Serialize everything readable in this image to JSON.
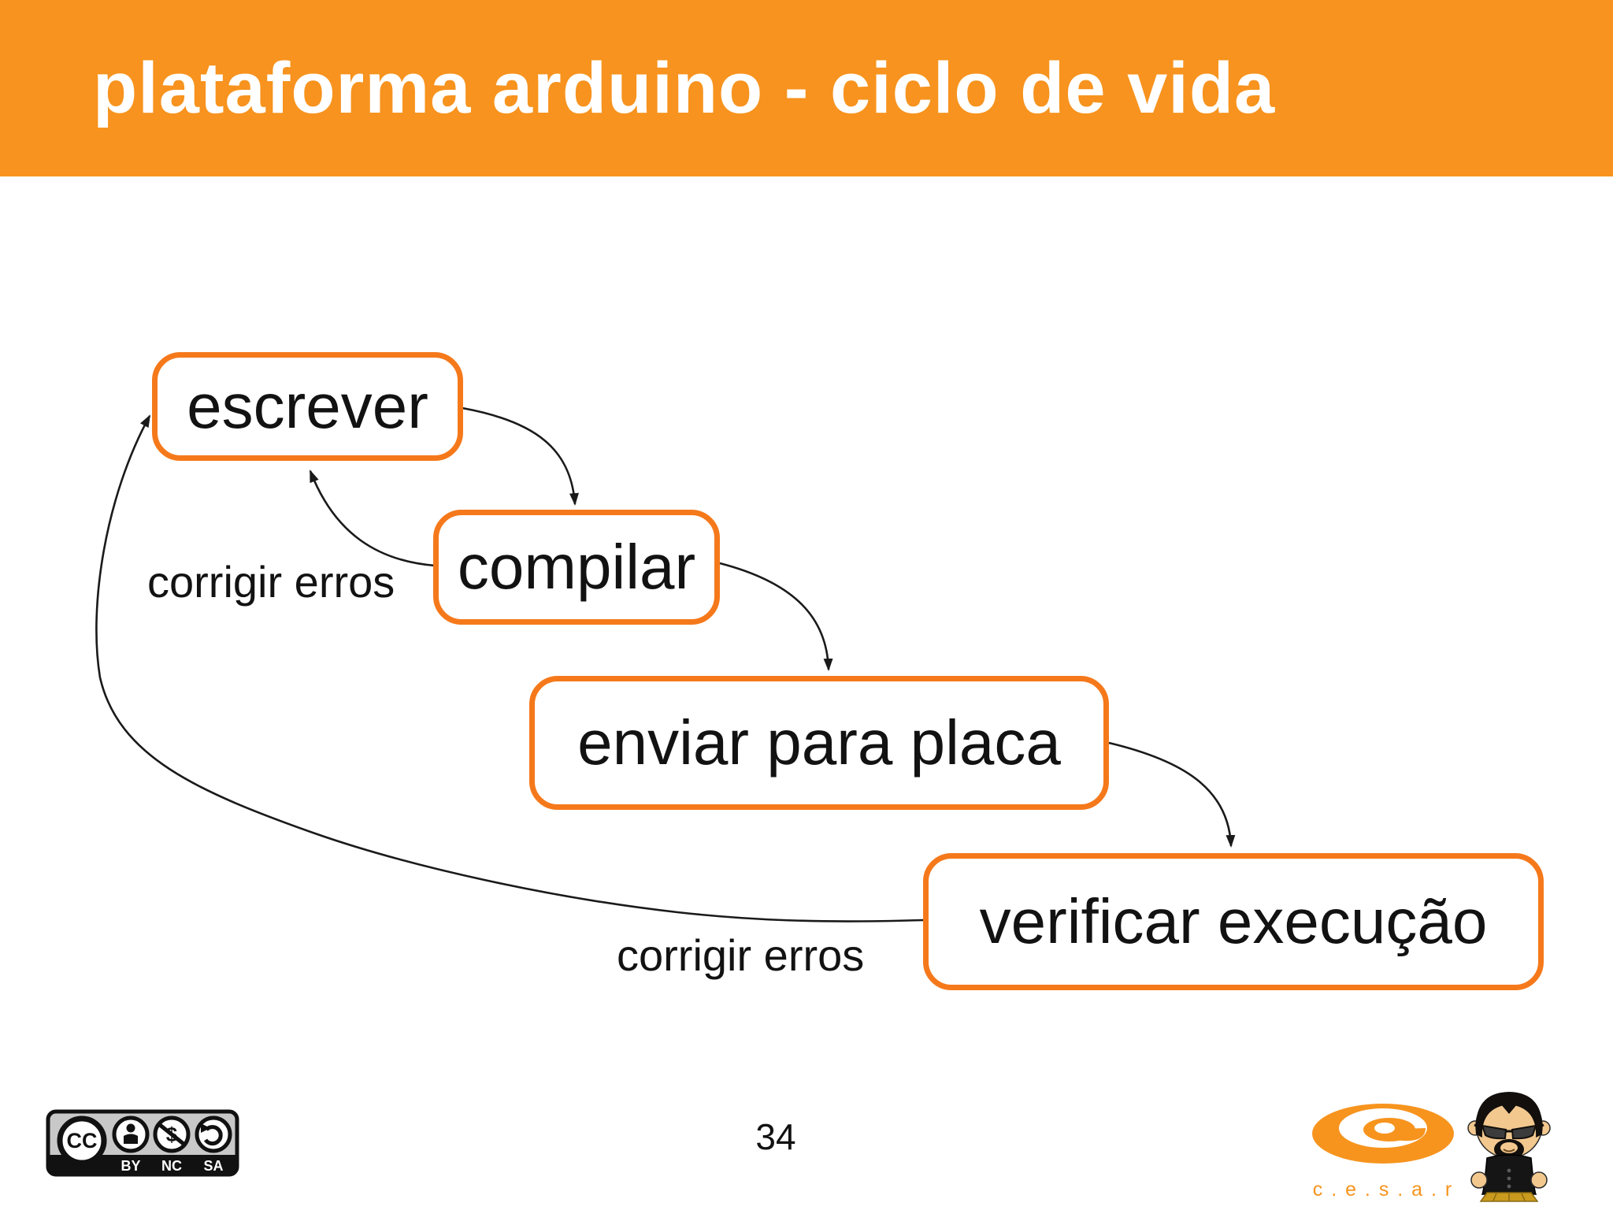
{
  "slide": {
    "title": "plataforma arduino - ciclo de vida",
    "page_number": "34"
  },
  "colors": {
    "header_orange": "#F7931E",
    "box_border_orange": "#F5791B",
    "cesar_orange": "#F7941E",
    "arrow_black": "#1a1a1a",
    "badge_gray": "#C8C8C8",
    "badge_black": "#111111",
    "skin_tone": "#F2C88F",
    "gold": "#C99A1E"
  },
  "diagram": {
    "nodes": [
      {
        "id": "escrever",
        "label": "escrever"
      },
      {
        "id": "compilar",
        "label": "compilar"
      },
      {
        "id": "enviar-para-placa",
        "label": "enviar para placa"
      },
      {
        "id": "verificar-execucao",
        "label": "verificar execução"
      }
    ],
    "edges": [
      {
        "from": "escrever",
        "to": "compilar",
        "label": ""
      },
      {
        "from": "compilar",
        "to": "enviar-para-placa",
        "label": ""
      },
      {
        "from": "enviar-para-placa",
        "to": "verificar-execucao",
        "label": ""
      },
      {
        "from": "compilar",
        "to": "escrever",
        "label": "corrigir erros"
      },
      {
        "from": "verificar-execucao",
        "to": "escrever",
        "label": "corrigir erros"
      }
    ]
  },
  "footer": {
    "license_badge": {
      "cc_label": "CC",
      "terms": [
        "BY",
        "NC",
        "SA"
      ],
      "icons": [
        "cc-icon",
        "attribution-person-icon",
        "non-commercial-no-dollar-icon",
        "share-alike-arrow-icon"
      ]
    },
    "cesar_logo_text": "c . e . s . a . r"
  }
}
